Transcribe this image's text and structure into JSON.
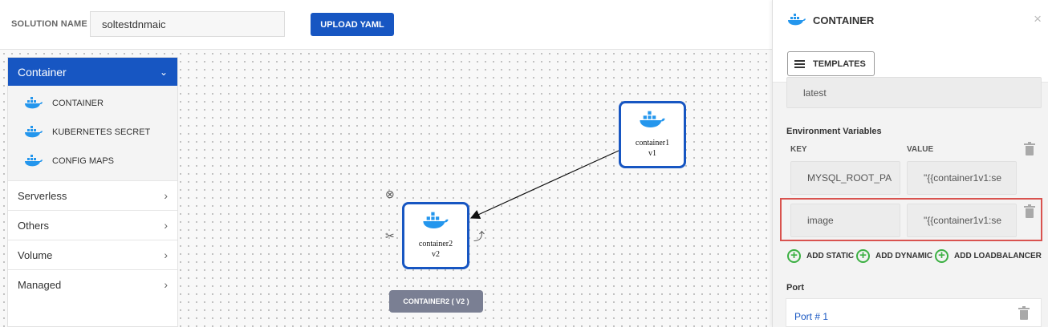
{
  "topbar": {
    "solution_label": "SOLUTION NAME",
    "solution_value": "soltestdnmaic",
    "upload_label": "UPLOAD YAML"
  },
  "palette": {
    "header": "Container",
    "items": [
      {
        "label": "CONTAINER",
        "icon": "docker-icon"
      },
      {
        "label": "KUBERNETES SECRET",
        "icon": "docker-icon"
      },
      {
        "label": "CONFIG MAPS",
        "icon": "docker-icon"
      }
    ],
    "sections": [
      "Serverless",
      "Others",
      "Volume",
      "Managed"
    ]
  },
  "canvas": {
    "nodes": [
      {
        "name": "container1",
        "version": "v1"
      },
      {
        "name": "container2",
        "version": "v2"
      }
    ],
    "selected_label": "CONTAINER2 ( V2 )"
  },
  "panel": {
    "title": "CONTAINER",
    "close_icon": "×",
    "templates_label": "TEMPLATES",
    "image_tag_value": "latest",
    "env_title": "Environment Variables",
    "key_header": "KEY",
    "value_header": "VALUE",
    "env_rows": [
      {
        "key": "MYSQL_ROOT_PA",
        "value": "\"{{container1v1:se"
      },
      {
        "key": "image",
        "value": "\"{{container1v1:se"
      }
    ],
    "add_static": "ADD STATIC",
    "add_dynamic": "ADD DYNAMIC",
    "add_loadbalancer": "ADD LOADBALANCER",
    "port_title": "Port",
    "port_item": "Port # 1"
  },
  "colors": {
    "accent": "#1756c2",
    "docker_blue": "#2496ed",
    "highlight": "#d9534f",
    "add_green": "#3cb043"
  }
}
